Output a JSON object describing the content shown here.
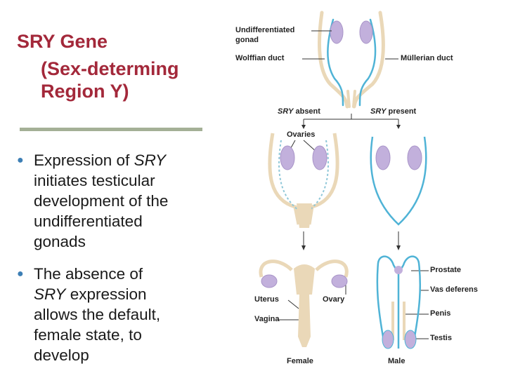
{
  "title": {
    "line1": "SRY Gene",
    "line2": "(Sex-determing",
    "line3": "Region Y)"
  },
  "bullets": [
    {
      "lines": [
        {
          "pre": "Expression of ",
          "ital": "SRY",
          "post": ""
        },
        {
          "pre": "initiates testicular",
          "ital": "",
          "post": ""
        },
        {
          "pre": "development of the",
          "ital": "",
          "post": ""
        },
        {
          "pre": "undifferentiated",
          "ital": "",
          "post": ""
        },
        {
          "pre": "gonads",
          "ital": "",
          "post": ""
        }
      ]
    },
    {
      "lines": [
        {
          "pre": "The absence of",
          "ital": "",
          "post": ""
        },
        {
          "pre": "",
          "ital": "SRY",
          "post": " expression"
        },
        {
          "pre": "allows the default,",
          "ital": "",
          "post": ""
        },
        {
          "pre": "female state, to",
          "ital": "",
          "post": ""
        },
        {
          "pre": "develop",
          "ital": "",
          "post": ""
        }
      ]
    }
  ],
  "diagram": {
    "undiff_1": "Undifferentiated",
    "undiff_2": "gonad",
    "wolffian": "Wolffian duct",
    "mullerian": "Müllerian duct",
    "sry_italic": "SRY",
    "absent": " absent",
    "present": " present",
    "ovaries": "Ovaries",
    "uterus": "Uterus",
    "ovary": "Ovary",
    "vagina": "Vagina",
    "female": "Female",
    "prostate": "Prostate",
    "vas_deferens": "Vas deferens",
    "penis": "Penis",
    "testis": "Testis",
    "male": "Male"
  },
  "colors": {
    "title": "#a3283a",
    "divider": "#a4b096",
    "bullet": "#3d7fb5",
    "wolffian_duct": "#4fb3d6",
    "mullerian_duct": "#ead8b8",
    "gonad": "#b9a6d6"
  }
}
